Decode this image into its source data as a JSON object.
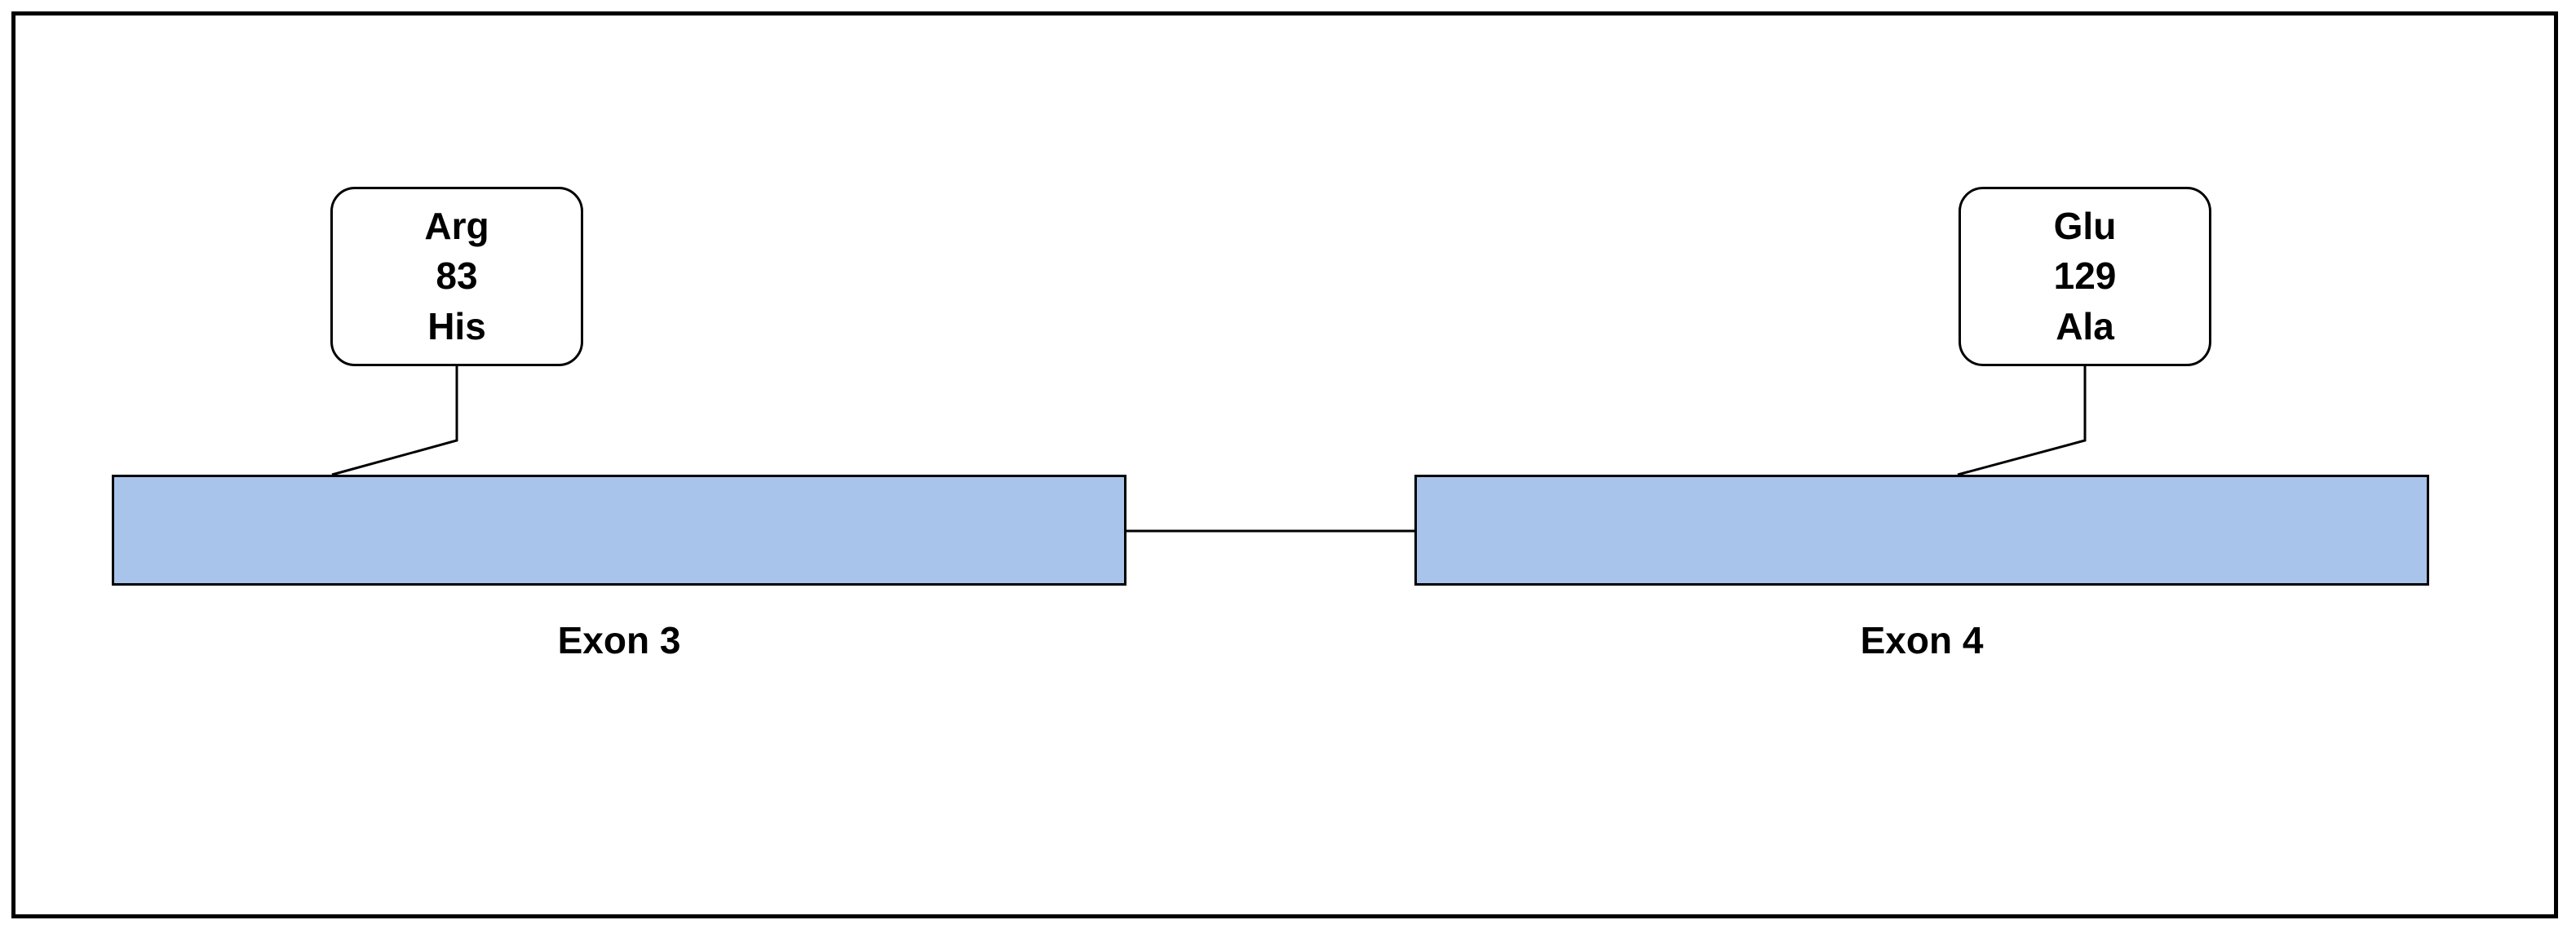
{
  "colors": {
    "exon_fill": "#a9c4eb",
    "stroke": "#000000",
    "background": "#ffffff"
  },
  "exons": [
    {
      "label": "Exon 3"
    },
    {
      "label": "Exon 4"
    }
  ],
  "mutations": [
    {
      "from": "Arg",
      "position": "83",
      "to": "His",
      "exon": "Exon 3"
    },
    {
      "from": "Glu",
      "position": "129",
      "to": "Ala",
      "exon": "Exon 4"
    }
  ]
}
